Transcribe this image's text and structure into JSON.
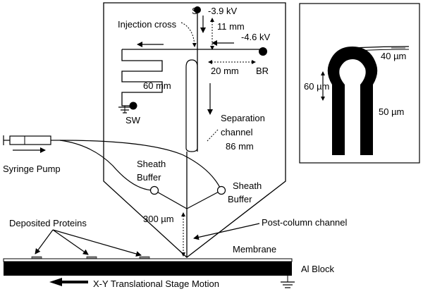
{
  "colors": {
    "ink": "#000000",
    "paper": "#ffffff",
    "stage_arrow": "#000000"
  },
  "chip": {
    "s_label": "S",
    "s_voltage": "-3.9 kV",
    "injection_length": "11 mm",
    "injection_cross_label": "Injection cross",
    "br_voltage": "-4.6 kV",
    "br_length": "20 mm",
    "br_label": "BR",
    "sw_length": "60 mm",
    "sw_label": "SW",
    "separation_label_1": "Separation",
    "separation_label_2": "channel",
    "separation_length": "86 mm",
    "sheath_left_1": "Sheath",
    "sheath_left_2": "Buffer",
    "sheath_right_1": "Sheath",
    "sheath_right_2": "Buffer",
    "gap_label": "300 µm",
    "post_column_label": "Post-column channel"
  },
  "pump": {
    "label": "Syringe Pump"
  },
  "substrate": {
    "deposited_label": "Deposited Proteins",
    "membrane_label": "Membrane",
    "al_block_label": "Al Block",
    "stage_motion_label": "X-Y Translational Stage Motion"
  },
  "inset": {
    "top_width": "40 µm",
    "height_label": "60 µm",
    "side_width": "50 µm"
  }
}
